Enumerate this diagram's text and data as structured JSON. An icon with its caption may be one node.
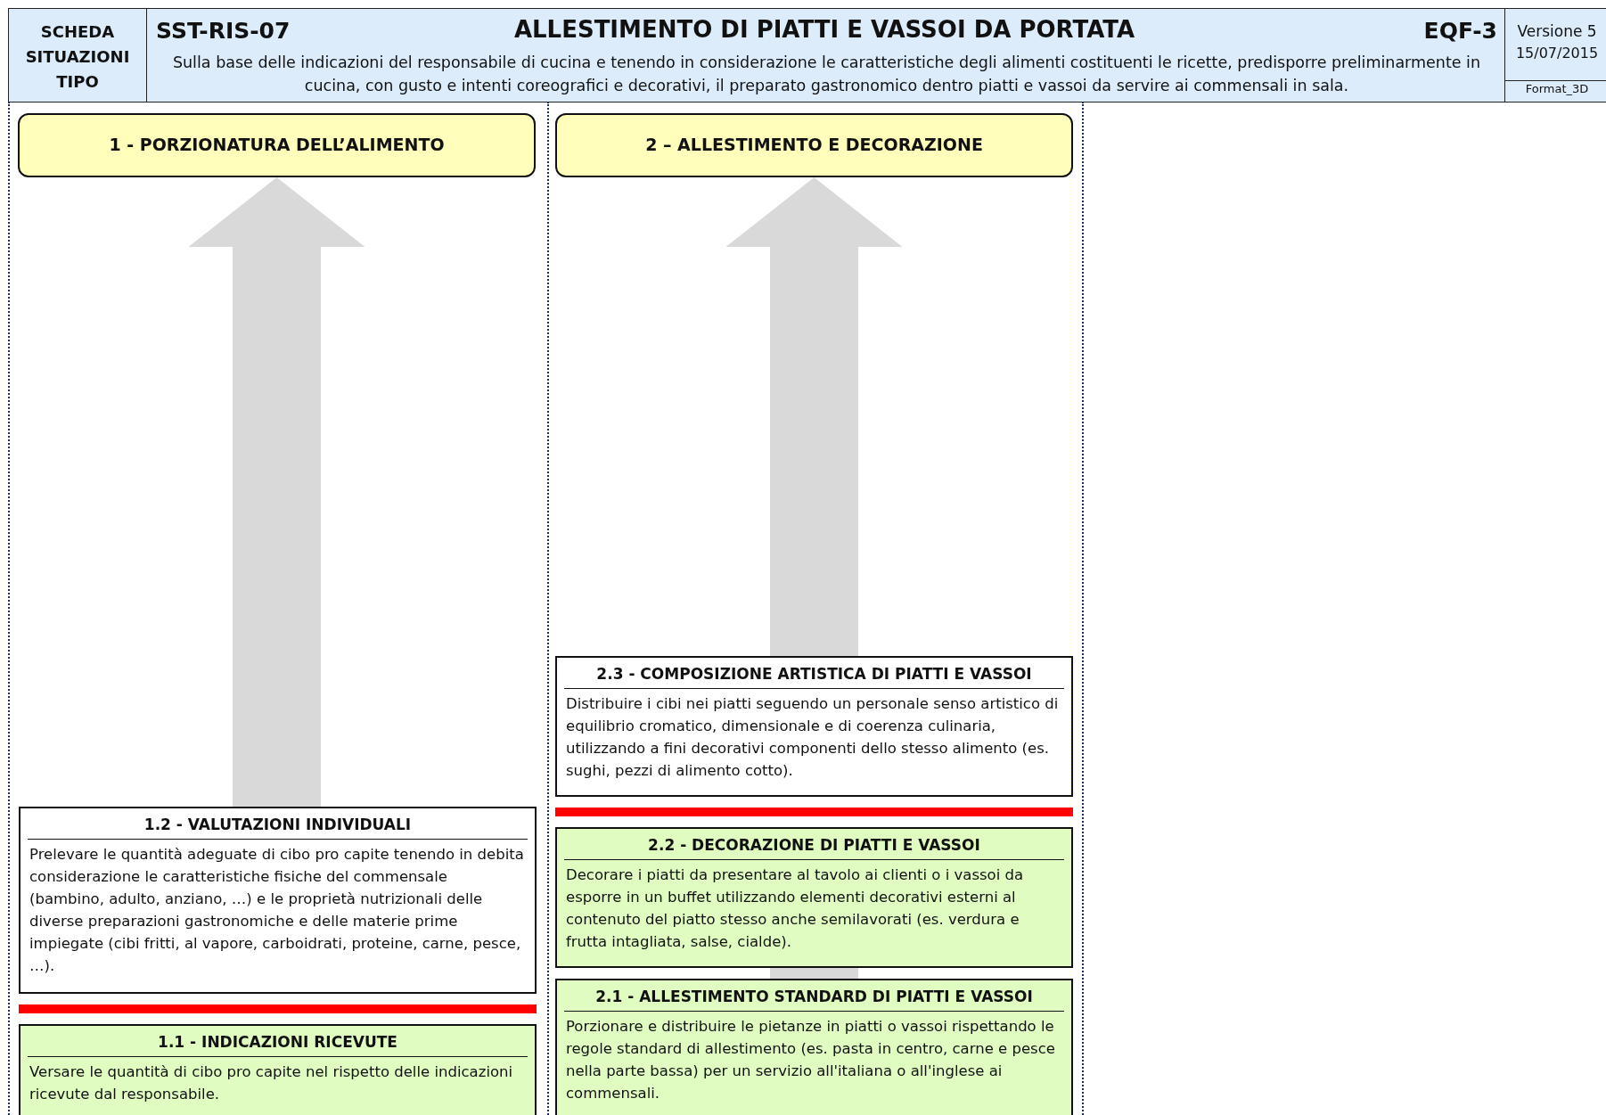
{
  "diagram": {
    "title": "ALLESTIMENTO DI PIATTI E VASSOI DA PORTATA",
    "nodes": [
      {
        "text": [
          "1 - PORZIONATURA DELL’ALIMENTO"
        ]
      },
      {
        "text": [
          "2 – ALLESTIMENTO E DECORAZIONE"
        ]
      },
      {
        "text": [
          "1.2 - VALUTAZIONI INDIVIDUALI",
          "Prelevare le quantità adeguate di cibo pro capite tenendo in debita considerazione le caratteristiche fisiche del commensale (bambino, adulto, anziano, …) e le proprietà nutrizionali delle diverse preparazioni gastronomiche e delle materie prime impiegate (cibi fritti, al vapore, carboidrati, proteine, carne, pesce, …)."
        ]
      },
      {
        "text": [
          "1.1 - INDICAZIONI RICEVUTE",
          "Versare le quantità di cibo pro capite nel rispetto delle indicazioni ricevute dal responsabile."
        ]
      },
      {
        "text": [
          "2.3 - COMPOSIZIONE ARTISTICA DI PIATTI E VASSOI",
          "Distribuire i cibi nei piatti seguendo un personale senso artistico di equilibrio cromatico, dimensionale e di coerenza culinaria, utilizzando a fini decorativi componenti dello stesso alimento (es. sughi, pezzi di alimento cotto)."
        ]
      },
      {
        "text": [
          "2.2 - DECORAZIONE DI PIATTI E VASSOI",
          "Decorare i piatti da presentare al tavolo ai clienti o i vassoi da esporre in un buffet utilizzando elementi decorativi esterni al contenuto del piatto stesso anche semilavorati (es. verdura e frutta intagliata, salse, cialde)."
        ]
      },
      {
        "text": [
          "2.1 - ALLESTIMENTO STANDARD DI PIATTI E VASSOI",
          "Porzionare e distribuire le pietanze in piatti o vassoi rispettando le regole standard di allestimento (es. pasta in centro, carne e pesce nella parte bassa) per un servizio all'italiana o all'inglese ai commensali."
        ]
      }
    ],
    "edges": [
      {
        "from": 2,
        "to": 0,
        "arrow": "to"
      },
      {
        "from": 4,
        "to": 1,
        "arrow": "to"
      },
      {
        "from": 6,
        "to": 5,
        "arrow": "none"
      }
    ],
    "labels": [
      "SCHEDA SITUAZIONI TIPO",
      "SST-RIS-07",
      "EQF-3",
      "Versione 5",
      "15/07/2015",
      "Sulla base delle indicazioni del responsabile di cucina e tenendo in considerazione le caratteristiche degli alimenti costituenti le ricette, predisporre preliminarmente in cucina, con gusto e intenti coreografici e decorativi, il preparato gastronomico dentro piatti e vassoi da servire ai commensali in sala.",
      "Format_3D"
    ]
  }
}
